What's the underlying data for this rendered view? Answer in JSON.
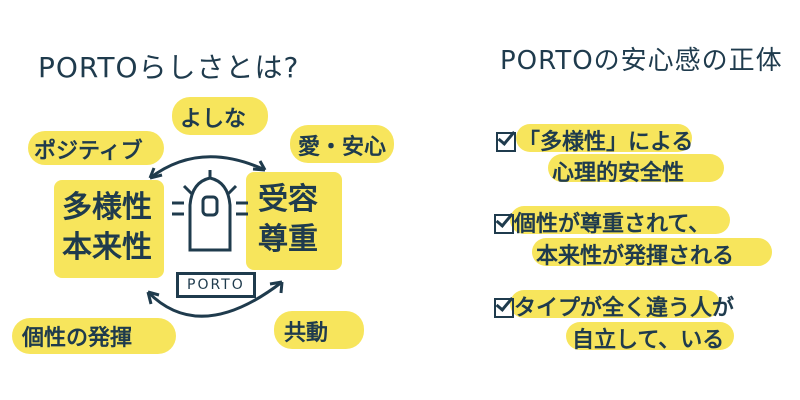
{
  "left": {
    "title": "PORTOらしさとは?",
    "labels": {
      "positive": "ポジティブ",
      "yoshina": "よしな",
      "love_relief": "愛・安心",
      "individuality": "個性の発揮",
      "resonance": "共動"
    },
    "center_left": [
      "多様性",
      "本来性"
    ],
    "center_right": [
      "受容",
      "尊重"
    ],
    "logo": "PORTO"
  },
  "right": {
    "title": "PORTOの安心感の正体",
    "items": [
      {
        "line1": "「多様性」による",
        "line2": "心理的安全性"
      },
      {
        "line1": "個性が尊重されて、",
        "line2": "本来性が発揮される"
      },
      {
        "line1": "タイプが全く違う人が",
        "line2": "自立して、いる"
      }
    ]
  },
  "colors": {
    "ink": "#1f3b4d",
    "highlight": "#f6e24a",
    "background": "#ffffff"
  }
}
